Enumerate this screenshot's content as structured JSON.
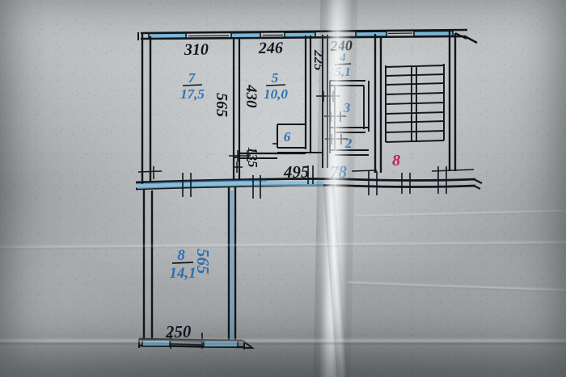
{
  "document": {
    "type": "apartment-floor-plan",
    "medium": "hand-drawn ink on grey paper photograph",
    "paper_color": "#bfc3c5",
    "ink_color": "#10161c",
    "blue_ink_color": "#2f6fae",
    "red_ink_color": "#b8234a",
    "window_fill_color": "#7fbede"
  },
  "dimensions": {
    "top_wall": [
      {
        "name": "room7-width",
        "value": "310",
        "color": "#121820"
      },
      {
        "name": "room5-width",
        "value": "246",
        "color": "#121820"
      },
      {
        "name": "hall-width",
        "value": "240",
        "color": "#121820"
      }
    ],
    "vertical": [
      {
        "name": "room7-depth",
        "value": "565",
        "color": "#121820"
      },
      {
        "name": "room5-depth",
        "value": "430",
        "color": "#121820"
      },
      {
        "name": "corridor-width",
        "value": "225",
        "color": "#121820"
      },
      {
        "name": "closet-depth",
        "value": "135",
        "color": "#121820"
      },
      {
        "name": "room8-depth",
        "value": "565",
        "color": "#2f6fae"
      }
    ],
    "middle_wall": [
      {
        "name": "interior-run",
        "value": "495",
        "color": "#121820"
      },
      {
        "name": "secondary-run",
        "value": "78",
        "color": "#2f6fae"
      }
    ],
    "bottom_wall": [
      {
        "name": "room8-width",
        "value": "250",
        "color": "#121820"
      }
    ]
  },
  "rooms": [
    {
      "id": "7",
      "label": "7",
      "area": "17,5",
      "color": "#2f6fae",
      "name": "room-7-living"
    },
    {
      "id": "5",
      "label": "5",
      "area": "10,0",
      "color": "#2f6fae",
      "name": "room-5-kitchen"
    },
    {
      "id": "4",
      "label": "4",
      "area": "5,1",
      "color": "#2f6fae",
      "name": "room-4-hall"
    },
    {
      "id": "3",
      "label": "3",
      "area": "",
      "color": "#2f6fae",
      "name": "room-3-bath"
    },
    {
      "id": "2",
      "label": "2",
      "area": "",
      "color": "#2f6fae",
      "name": "room-2-wc"
    },
    {
      "id": "6",
      "label": "6",
      "area": "",
      "color": "#2f6fae",
      "name": "room-6-closet"
    },
    {
      "id": "8",
      "label": "8",
      "area": "14,1",
      "color": "#2f6fae",
      "name": "room-8-bedroom"
    },
    {
      "id": "8r",
      "label": "8",
      "area": "",
      "color": "#b8234a",
      "name": "stairwell-marker-8"
    }
  ]
}
